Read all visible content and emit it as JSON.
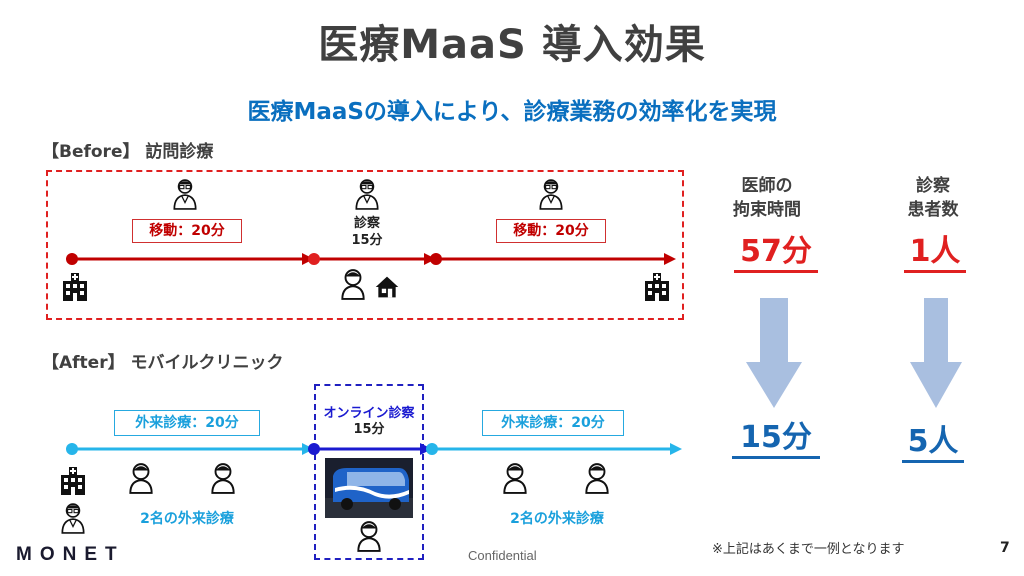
{
  "title": "医療MaaS 導入効果",
  "subtitle": "医療MaaSの導入により、診療業務の効率化を実現",
  "before": {
    "heading": "【Before】 訪問診療",
    "move_label_1": "移動：20分",
    "move_label_2": "移動：20分",
    "consult_line1": "診察",
    "consult_line2": "15分"
  },
  "after": {
    "heading": "【After】 モバイルクリニック",
    "outpatient_label_1": "外来診療：20分",
    "outpatient_label_2": "外来診療：20分",
    "online_line1": "オンライン診察",
    "online_line2": "15分",
    "outpatient_note_1": "2名の外来診療",
    "outpatient_note_2": "2名の外来診療"
  },
  "metrics": {
    "doctor_time_head_1": "医師の",
    "doctor_time_head_2": "拘束時間",
    "patients_head_1": "診察",
    "patients_head_2": "患者数",
    "doctor_time_before": "57分",
    "patients_before": "1人",
    "doctor_time_after": "15分",
    "patients_after": "5人"
  },
  "footer": {
    "confidential": "Confidential",
    "note": "※上記はあくまで一例となります",
    "page_number": "7",
    "logo": "MONET"
  },
  "colors": {
    "title": "#404040",
    "subtitle": "#0a6fbf",
    "before_line": "#c00000",
    "before_dot": "#e02020",
    "after_line": "#26b5ea",
    "after_online": "#1a1ad0",
    "metric_red": "#e02020",
    "metric_blue": "#1565b0",
    "arrow": "#a9bfe0"
  }
}
